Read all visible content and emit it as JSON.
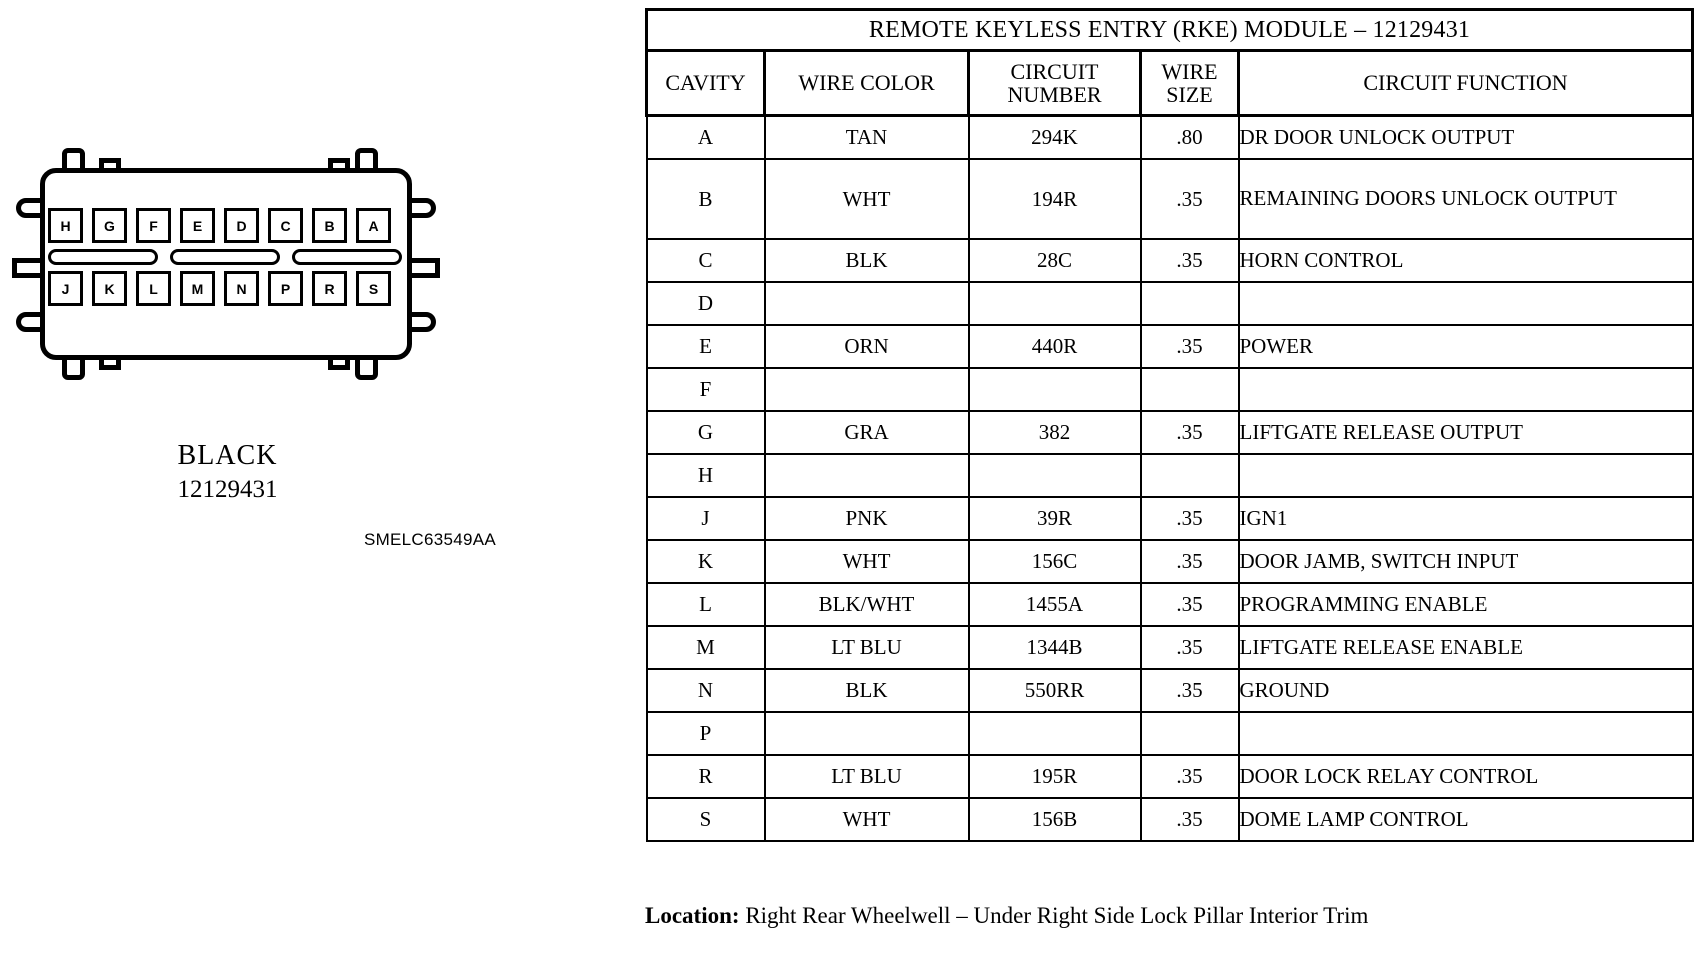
{
  "connector": {
    "name": "BLACK",
    "part_number": "12129431",
    "reference_code": "SMELC63549AA",
    "pins_top": [
      "H",
      "G",
      "F",
      "E",
      "D",
      "C",
      "B",
      "A"
    ],
    "pins_bottom": [
      "J",
      "K",
      "L",
      "M",
      "N",
      "P",
      "R",
      "S"
    ]
  },
  "table": {
    "title": "REMOTE KEYLESS ENTRY (RKE) MODULE – 12129431",
    "headers": {
      "cavity": "CAVITY",
      "wire_color": "WIRE COLOR",
      "circuit_number": "CIRCUIT NUMBER",
      "wire_size": "WIRE SIZE",
      "circuit_function": "CIRCUIT FUNCTION"
    },
    "rows": [
      {
        "cavity": "A",
        "wire_color": "TAN",
        "circuit_number": "294K",
        "wire_size": ".80",
        "circuit_function": "DR DOOR UNLOCK OUTPUT"
      },
      {
        "cavity": "B",
        "wire_color": "WHT",
        "circuit_number": "194R",
        "wire_size": ".35",
        "circuit_function": "REMAINING DOORS UNLOCK OUTPUT"
      },
      {
        "cavity": "C",
        "wire_color": "BLK",
        "circuit_number": "28C",
        "wire_size": ".35",
        "circuit_function": "HORN CONTROL"
      },
      {
        "cavity": "D",
        "wire_color": "",
        "circuit_number": "",
        "wire_size": "",
        "circuit_function": ""
      },
      {
        "cavity": "E",
        "wire_color": "ORN",
        "circuit_number": "440R",
        "wire_size": ".35",
        "circuit_function": "POWER"
      },
      {
        "cavity": "F",
        "wire_color": "",
        "circuit_number": "",
        "wire_size": "",
        "circuit_function": ""
      },
      {
        "cavity": "G",
        "wire_color": "GRA",
        "circuit_number": "382",
        "wire_size": ".35",
        "circuit_function": "LIFTGATE RELEASE OUTPUT"
      },
      {
        "cavity": "H",
        "wire_color": "",
        "circuit_number": "",
        "wire_size": "",
        "circuit_function": ""
      },
      {
        "cavity": "J",
        "wire_color": "PNK",
        "circuit_number": "39R",
        "wire_size": ".35",
        "circuit_function": "IGN1"
      },
      {
        "cavity": "K",
        "wire_color": "WHT",
        "circuit_number": "156C",
        "wire_size": ".35",
        "circuit_function": "DOOR JAMB, SWITCH INPUT"
      },
      {
        "cavity": "L",
        "wire_color": "BLK/WHT",
        "circuit_number": "1455A",
        "wire_size": ".35",
        "circuit_function": "PROGRAMMING ENABLE"
      },
      {
        "cavity": "M",
        "wire_color": "LT BLU",
        "circuit_number": "1344B",
        "wire_size": ".35",
        "circuit_function": "LIFTGATE RELEASE ENABLE"
      },
      {
        "cavity": "N",
        "wire_color": "BLK",
        "circuit_number": "550RR",
        "wire_size": ".35",
        "circuit_function": "GROUND"
      },
      {
        "cavity": "P",
        "wire_color": "",
        "circuit_number": "",
        "wire_size": "",
        "circuit_function": ""
      },
      {
        "cavity": "R",
        "wire_color": "LT BLU",
        "circuit_number": "195R",
        "wire_size": ".35",
        "circuit_function": "DOOR LOCK RELAY CONTROL"
      },
      {
        "cavity": "S",
        "wire_color": "WHT",
        "circuit_number": "156B",
        "wire_size": ".35",
        "circuit_function": "DOME LAMP CONTROL"
      }
    ]
  },
  "location": {
    "label": "Location:",
    "value": "Right Rear Wheelwell – Under Right Side Lock Pillar Interior Trim"
  }
}
